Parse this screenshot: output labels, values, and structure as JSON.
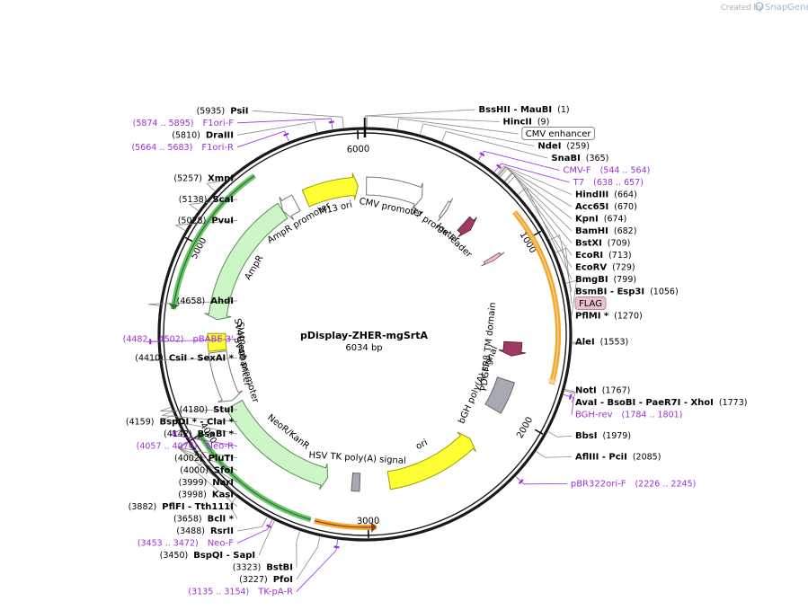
{
  "credit": {
    "prefix": "Created by",
    "brand": "SnapGene"
  },
  "plasmid": {
    "name": "pDisplay-ZHER-mgSrtA",
    "length_label": "6034 bp",
    "length": 6034
  },
  "ticks": [
    {
      "label": "1000",
      "bp": 1000
    },
    {
      "label": "2000",
      "bp": 2000
    },
    {
      "label": "3000",
      "bp": 3000
    },
    {
      "label": "4000",
      "bp": 4000
    },
    {
      "label": "5000",
      "bp": 5000
    },
    {
      "label": "6000",
      "bp": 6000
    }
  ],
  "enzymes": [
    {
      "text": "BssHII  - MauBI",
      "pos": "(1)",
      "bp": 1
    },
    {
      "text": "HincII",
      "pos": "(9)",
      "bp": 9
    },
    {
      "text": "NdeI",
      "pos": "(259)",
      "bp": 259
    },
    {
      "text": "SnaBI",
      "pos": "(365)",
      "bp": 365
    },
    {
      "text": "HindIII",
      "pos": "(664)",
      "bp": 664
    },
    {
      "text": "Acc65I",
      "pos": "(670)",
      "bp": 670
    },
    {
      "text": "KpnI",
      "pos": "(674)",
      "bp": 674
    },
    {
      "text": "BamHI",
      "pos": "(682)",
      "bp": 682
    },
    {
      "text": "BstXI",
      "pos": "(709)",
      "bp": 709
    },
    {
      "text": "EcoRI",
      "pos": "(713)",
      "bp": 713
    },
    {
      "text": "EcoRV",
      "pos": "(729)",
      "bp": 729
    },
    {
      "text": "BmgBI",
      "pos": "(799)",
      "bp": 799
    },
    {
      "text": "BsmBI  - Esp3I",
      "pos": "(1056)",
      "bp": 1056
    },
    {
      "text": "PflMI *",
      "pos": "(1270)",
      "bp": 1270
    },
    {
      "text": "AleI",
      "pos": "(1553)",
      "bp": 1553
    },
    {
      "text": "NotI",
      "pos": "(1767)",
      "bp": 1767
    },
    {
      "text": "AvaI  - BsoBI  - PaeR7I  - XhoI",
      "pos": "(1773)",
      "bp": 1773
    },
    {
      "text": "BbsI",
      "pos": "(1979)",
      "bp": 1979
    },
    {
      "text": "AflIII  - PciI",
      "pos": "(2085)",
      "bp": 2085
    },
    {
      "text": "PfoI",
      "pos": "(3227)",
      "bp": 3227
    },
    {
      "text": "BstBI",
      "pos": "(3323)",
      "bp": 3323
    },
    {
      "text": "BspQI  - SapI",
      "pos": "(3450)",
      "bp": 3450
    },
    {
      "text": "RsrII",
      "pos": "(3488)",
      "bp": 3488
    },
    {
      "text": "BclI *",
      "pos": "(3658)",
      "bp": 3658
    },
    {
      "text": "PflFI  - Tth111I",
      "pos": "(3882)",
      "bp": 3882
    },
    {
      "text": "KasI",
      "pos": "(3998)",
      "bp": 3998
    },
    {
      "text": "NarI",
      "pos": "(3999)",
      "bp": 3999
    },
    {
      "text": "SfoI",
      "pos": "(4000)",
      "bp": 4000
    },
    {
      "text": "PluTI",
      "pos": "(4002)",
      "bp": 4002
    },
    {
      "text": "BsaBI *",
      "pos": "(4142)",
      "bp": 4142
    },
    {
      "text": "BspDI *  - ClaI *",
      "pos": "(4159)",
      "bp": 4159
    },
    {
      "text": "StuI",
      "pos": "(4180)",
      "bp": 4180
    },
    {
      "text": "CsiI  - SexAI *",
      "pos": "(4410)",
      "bp": 4410
    },
    {
      "text": "AhdI",
      "pos": "(4658)",
      "bp": 4658
    },
    {
      "text": "PvuI",
      "pos": "(5028)",
      "bp": 5028
    },
    {
      "text": "ScaI",
      "pos": "(5138)",
      "bp": 5138
    },
    {
      "text": "XmnI",
      "pos": "(5257)",
      "bp": 5257
    },
    {
      "text": "DraIII",
      "pos": "(5810)",
      "bp": 5810
    },
    {
      "text": "PsiI",
      "pos": "(5935)",
      "bp": 5935
    }
  ],
  "primers": [
    {
      "name": "CMV-F",
      "pos": "(544 .. 564)",
      "bp": 554
    },
    {
      "name": "T7",
      "pos": "(638 .. 657)",
      "bp": 647
    },
    {
      "name": "BGH-rev",
      "pos": "(1784 .. 1801)",
      "bp": 1792
    },
    {
      "name": "pBR322ori-F",
      "pos": "(2226 .. 2245)",
      "bp": 2235
    },
    {
      "name": "TK-pA-R",
      "pos": "(3135 .. 3154)",
      "bp": 3144
    },
    {
      "name": "Neo-F",
      "pos": "(3453 .. 3472)",
      "bp": 3462
    },
    {
      "name": "Neo-R",
      "pos": "(4057 .. 4076)",
      "bp": 4066
    },
    {
      "name": "pBABE 3'",
      "pos": "(4482 .. 4502)",
      "bp": 4492
    },
    {
      "name": "F1ori-R",
      "pos": "(5664 .. 5683)",
      "bp": 5673
    },
    {
      "name": "F1ori-F",
      "pos": "(5874 .. 5895)",
      "bp": 5884
    }
  ],
  "boxed_labels": [
    {
      "text": "CMV enhancer",
      "bp": 150,
      "fill": "#ffffff",
      "stroke": "#888888"
    },
    {
      "text": "FLAG",
      "bp": 1120,
      "fill": "#e7c4cc",
      "stroke": "#b58a96"
    }
  ],
  "features": [
    {
      "label": "CMV promoter",
      "start": 10,
      "end": 380,
      "dir": 1,
      "fill": "#ffffff",
      "stroke": "#777777"
    },
    {
      "label": "T7 promoter",
      "start": 540,
      "end": 560,
      "dir": 1,
      "fill": "#ffffff",
      "stroke": "#777777"
    },
    {
      "label": "Igκ leader",
      "start": 700,
      "end": 760,
      "dir": 1,
      "fill": "#9c3a63",
      "stroke": "#6a2443"
    },
    {
      "label": "",
      "start": 985,
      "end": 1010,
      "dir": 1,
      "fill": "#e7c4cc",
      "stroke": "#9b5a6d"
    },
    {
      "label": "PDGFRβ TM domain",
      "start": 1560,
      "end": 1650,
      "dir": 1,
      "fill": "#9c3a63",
      "stroke": "#6a2443"
    },
    {
      "label": "bGH poly(A) signal",
      "start": 1810,
      "end": 2015,
      "dir": 0,
      "fill": "#a7aab0",
      "stroke": "#666666"
    },
    {
      "label": "ori",
      "start": 2260,
      "end": 2860,
      "dir": -1,
      "fill": "#ffff33",
      "stroke": "#9c9c00"
    },
    {
      "label": "HSV TK poly(A) signal",
      "start": 3050,
      "end": 3100,
      "dir": 0,
      "fill": "#a7aab0",
      "stroke": "#666666"
    },
    {
      "label": "NeoR/KanR",
      "start": 3260,
      "end": 4050,
      "dir": -1,
      "fill": "#cdf5c8",
      "stroke": "#5a8d55"
    },
    {
      "label": "SV40 promoter",
      "start": 4080,
      "end": 4410,
      "dir": -1,
      "fill": "#ffffff",
      "stroke": "#777777"
    },
    {
      "label": "SV40 ori",
      "start": 4420,
      "end": 4530,
      "dir": 0,
      "fill": "#ffff33",
      "stroke": "#9c9c00"
    },
    {
      "label": "SV40 enhancer",
      "start": 4300,
      "end": 4470,
      "dir": 0,
      "fill": "none",
      "stroke": "none"
    },
    {
      "label": "AmpR",
      "start": 4620,
      "end": 5470,
      "dir": -1,
      "fill": "#cdf5c8",
      "stroke": "#5a8d55"
    },
    {
      "label": "AmpR promoter",
      "start": 5470,
      "end": 5570,
      "dir": -1,
      "fill": "#ffffff",
      "stroke": "#777777"
    },
    {
      "label": "M13 ori",
      "start": 5640,
      "end": 5990,
      "dir": 1,
      "fill": "#ffff33",
      "stroke": "#9c9c00"
    }
  ],
  "outer_arrows": [
    {
      "start": 850,
      "end": 1760,
      "dir": 1,
      "color": "#f0a830",
      "inner": "#f6d49a"
    },
    {
      "start": 2960,
      "end": 3270,
      "dir": -1,
      "color": "#f0a830",
      "inner": "#8c3b1a"
    },
    {
      "start": 3290,
      "end": 4010,
      "dir": 1,
      "color": "#68c56a",
      "inner": "#2f6e2e"
    },
    {
      "start": 4650,
      "end": 5450,
      "dir": -1,
      "color": "#68c56a",
      "inner": "#2f6e2e"
    }
  ]
}
